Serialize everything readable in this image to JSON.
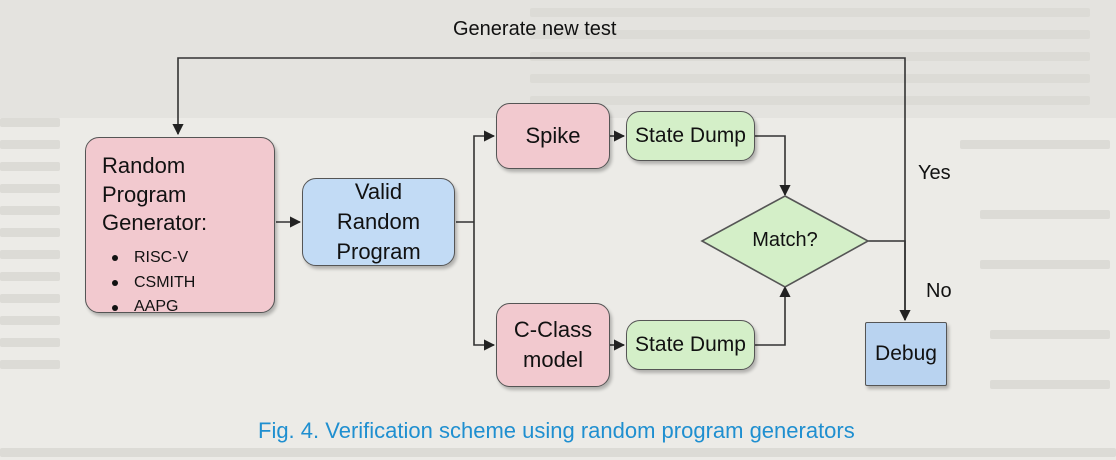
{
  "labels": {
    "generate_new_test": "Generate new test",
    "yes": "Yes",
    "no": "No"
  },
  "nodes": {
    "rpg_title": "Random Program Generator:",
    "rpg_items": [
      "RISC-V",
      "CSMITH",
      "AAPG"
    ],
    "valid_random_program": "Valid Random Program",
    "spike": "Spike",
    "cclass": "C-Class model",
    "state_dump_top": "State Dump",
    "state_dump_bottom": "State Dump",
    "match": "Match?",
    "debug": "Debug"
  },
  "caption": "Fig. 4. Verification scheme using random program generators",
  "colors": {
    "pink": "#f2c9cf",
    "blue": "#c2dbf5",
    "green": "#d4efc8",
    "caption": "#1f8fd0"
  }
}
